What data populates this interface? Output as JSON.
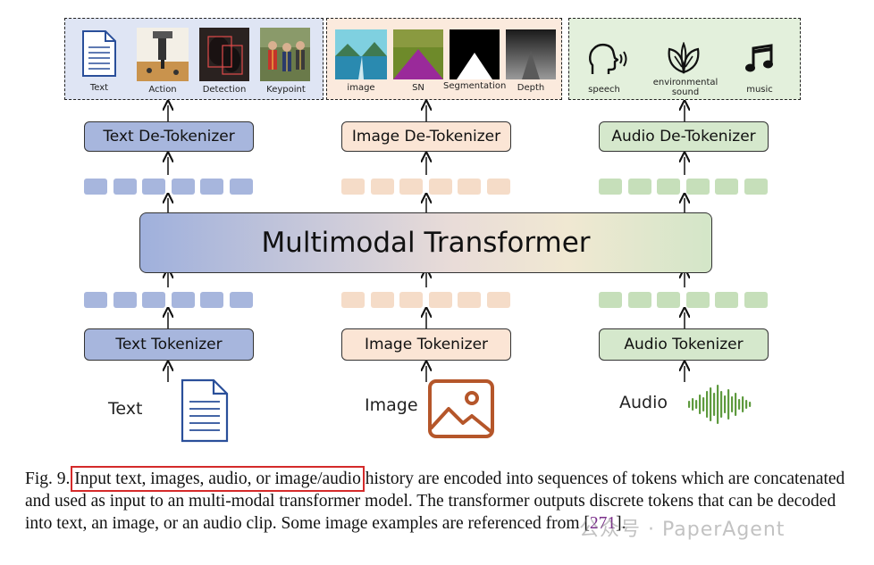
{
  "top": {
    "text_panel": [
      {
        "label": "Text",
        "icon": "document-icon"
      },
      {
        "label": "Action",
        "icon": "robot-arm-photo"
      },
      {
        "label": "Detection",
        "icon": "detection-photo"
      },
      {
        "label": "Keypoint",
        "icon": "keypoint-photo"
      }
    ],
    "image_panel": [
      {
        "label": "image"
      },
      {
        "label": "SN"
      },
      {
        "label": "Segmentation"
      },
      {
        "label": "Depth"
      }
    ],
    "audio_panel": [
      {
        "label": "speech",
        "icon": "speaking-head-icon"
      },
      {
        "label": "environmental sound",
        "icon": "leaves-icon"
      },
      {
        "label": "music",
        "icon": "music-note-icon"
      }
    ]
  },
  "detokenizers": {
    "text": "Text De-Tokenizer",
    "image": "Image De-Tokenizer",
    "audio": "Audio De-Tokenizer"
  },
  "transformer": "Multimodal Transformer",
  "tokenizers": {
    "text": "Text Tokenizer",
    "image": "Image Tokenizer",
    "audio": "Audio Tokenizer"
  },
  "inputs": {
    "text": "Text",
    "image": "Image",
    "audio": "Audio"
  },
  "caption": {
    "prefix": "Fig. 9.",
    "highlight": "Input text, images, audio, or image/audio",
    "rest": " history are encoded into sequences of tokens which are concatenated and used as input to an multi-modal transformer model. The transformer outputs discrete tokens that can be decoded into text, an image, or an audio clip. Some image examples are referenced from [",
    "ref": "271",
    "end": "]."
  },
  "watermark": "公众号 · PaperAgent",
  "colors": {
    "text_accent": "#a7b6dd",
    "image_accent": "#f5dcc8",
    "audio_accent": "#c6dfba",
    "highlight": "#d42a2a"
  }
}
